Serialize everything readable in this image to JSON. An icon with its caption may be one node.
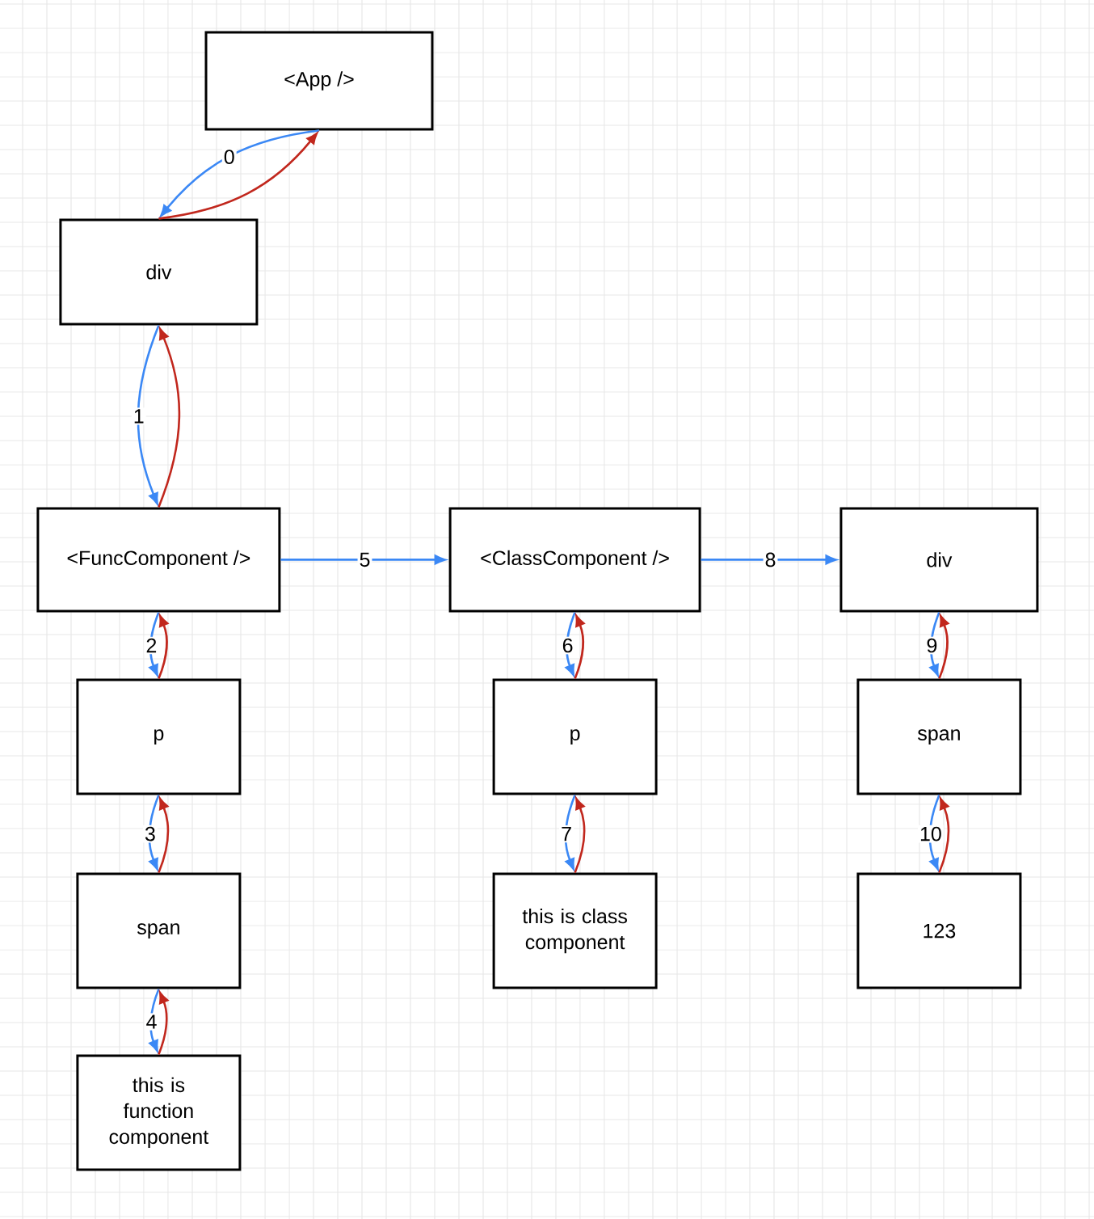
{
  "diagram": {
    "nodes": [
      {
        "text": [
          "<App />"
        ]
      },
      {
        "text": [
          "div"
        ]
      },
      {
        "text": [
          "<FuncComponent />"
        ]
      },
      {
        "text": [
          "<ClassComponent />"
        ]
      },
      {
        "text": [
          "div"
        ]
      },
      {
        "text": [
          "p"
        ]
      },
      {
        "text": [
          "span"
        ]
      },
      {
        "text": [
          "this is function component"
        ]
      },
      {
        "text": [
          "p"
        ]
      },
      {
        "text": [
          "this is class component"
        ]
      },
      {
        "text": [
          "span"
        ]
      },
      {
        "text": [
          "123"
        ]
      }
    ],
    "edges": [
      {
        "from": 0,
        "to": 1,
        "arrow": "to",
        "label": "0"
      },
      {
        "from": 1,
        "to": 0,
        "arrow": "to",
        "color": "#c1271d"
      },
      {
        "from": 1,
        "to": 2,
        "arrow": "to",
        "label": "1"
      },
      {
        "from": 2,
        "to": 1,
        "arrow": "to",
        "color": "#c1271d"
      },
      {
        "from": 2,
        "to": 5,
        "arrow": "to",
        "label": "2"
      },
      {
        "from": 5,
        "to": 2,
        "arrow": "to",
        "color": "#c1271d"
      },
      {
        "from": 5,
        "to": 6,
        "arrow": "to",
        "label": "3"
      },
      {
        "from": 6,
        "to": 5,
        "arrow": "to",
        "color": "#c1271d"
      },
      {
        "from": 6,
        "to": 7,
        "arrow": "to",
        "label": "4"
      },
      {
        "from": 7,
        "to": 6,
        "arrow": "to",
        "color": "#c1271d"
      },
      {
        "from": 2,
        "to": 3,
        "arrow": "to",
        "label": "5"
      },
      {
        "from": 3,
        "to": 8,
        "arrow": "to",
        "label": "6"
      },
      {
        "from": 8,
        "to": 3,
        "arrow": "to",
        "color": "#c1271d"
      },
      {
        "from": 8,
        "to": 9,
        "arrow": "to",
        "label": "7"
      },
      {
        "from": 9,
        "to": 8,
        "arrow": "to",
        "color": "#c1271d"
      },
      {
        "from": 3,
        "to": 4,
        "arrow": "to",
        "label": "8"
      },
      {
        "from": 4,
        "to": 10,
        "arrow": "to",
        "label": "9"
      },
      {
        "from": 10,
        "to": 4,
        "arrow": "to",
        "color": "#c1271d"
      },
      {
        "from": 10,
        "to": 11,
        "arrow": "to",
        "label": "10"
      },
      {
        "from": 11,
        "to": 10,
        "arrow": "to",
        "color": "#c1271d"
      }
    ]
  }
}
